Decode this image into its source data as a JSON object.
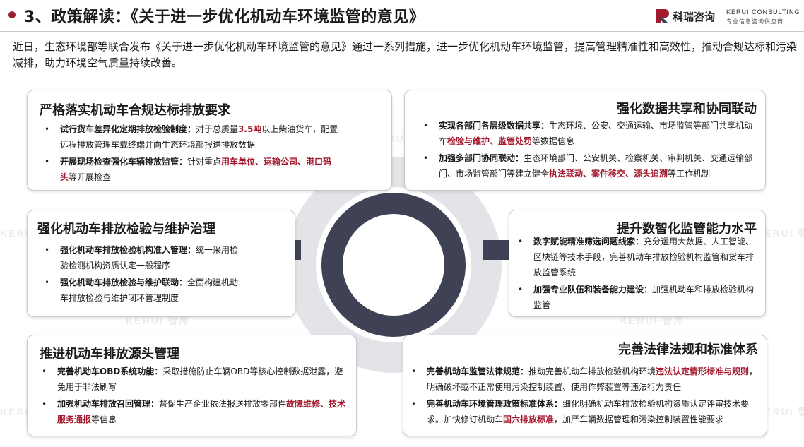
{
  "header": {
    "title": "3、政策解读：《关于进一步优化机动车环境监管的意见》",
    "logo_cn": "科瑞咨询",
    "logo_en": "KERUI CONSULTING",
    "logo_sub": "专业信息咨询供应商"
  },
  "intro": "近日，生态环境部等联合发布《关于进一步优化机动车环境监管的意见》通过一系列措施，进一步优化机动车环境监管，提高管理精准性和高效性，推动合规达标和污染减排，助力环境空气质量持续改善。",
  "watermarks": [
    "KERUI",
    "KERUI 智库",
    "KERUI 智库",
    "KERUI 智库",
    "KERUI 智库",
    "KERUI 智库",
    "KERUI 智库"
  ],
  "colors": {
    "accent": "#a3182c",
    "ring": "#3e4254",
    "ring_bg": "#e3e4e8",
    "border": "#c9c9c9"
  },
  "cards": {
    "top_left": {
      "title": "严格落实机动车合规达标排放要求",
      "items": [
        {
          "lead": "试行货车差异化定期排放检验制度：",
          "t1": "对于总质量",
          "h1": "3.5吨",
          "t2": "以上柴油货车，配置远程排放管理车载终端并向生态环境部报送排放数据"
        },
        {
          "lead": "开展现场检查强化车辆排放监管：",
          "t1": "针对重点",
          "h1": "用车单位、运输公司、港口码头",
          "t2": "等开展检查"
        }
      ]
    },
    "top_right": {
      "title": "强化数据共享和协同联动",
      "items": [
        {
          "lead": "实现各部门各层级数据共享：",
          "t1": "生态环境、公安、交通运输、市场监管等部门共享机动车",
          "h1": "检验与维护、监管处罚",
          "t2": "等数据信息"
        },
        {
          "lead": "加强多部门协同联动：",
          "t1": "生态环境部门、公安机关、检察机关、审判机关、交通运输部门、市场监管部门等建立健全",
          "h1": "执法联动、案件移交、源头追溯",
          "t2": "等工作机制"
        }
      ]
    },
    "mid_left": {
      "title": "强化机动车排放检验与维护治理",
      "items": [
        {
          "lead": "强化机动车排放检验机构准入管理：",
          "t1": "统一采用检验检测机构资质认定一般程序"
        },
        {
          "lead": "强化机动车排放检验与维护联动：",
          "t1": "全面构建机动车排放检验与维护闭环管理制度"
        }
      ]
    },
    "mid_right": {
      "title": "提升数智化监管能力水平",
      "items": [
        {
          "lead": "数字赋能精准筛选问题线索：",
          "t1": "充分运用大数据、人工智能、区块链等技术手段，完善机动车排放检验机构监管和货车排放监管系统"
        },
        {
          "lead": "加强专业队伍和装备能力建设：",
          "t1": "加强机动车和排放检验机构监管"
        }
      ]
    },
    "bot_left": {
      "title": "推进机动车排放源头管理",
      "items": [
        {
          "lead": "完善机动车OBD系统功能：",
          "t1": "采取措施防止车辆OBD等核心控制数据泄露，避免用于非法刷写"
        },
        {
          "lead": "加强机动车排放召回管理：",
          "t1": "督促生产企业依法报送排放零部件",
          "h1": "故障维修、技术服务通报",
          "t2": "等信息"
        }
      ]
    },
    "bot_right": {
      "title": "完善法律法规和标准体系",
      "items": [
        {
          "lead": "完善机动车监管法律规范：",
          "t1": "推动完善机动车排放检验机构环境",
          "h1": "违法认定情形标准与规则",
          "t2": "，明确破坏或不正常使用污染控制装置、使用作弊装置等违法行为责任"
        },
        {
          "lead": "完善机动车环境管理政策标准体系：",
          "t1": "细化明确机动车排放检验机构资质认定评审技术要求。加快修订机动车",
          "h1": "国六排放标准",
          "t2": "，加严车辆数据管理和污染控制装置性能要求"
        }
      ]
    }
  }
}
